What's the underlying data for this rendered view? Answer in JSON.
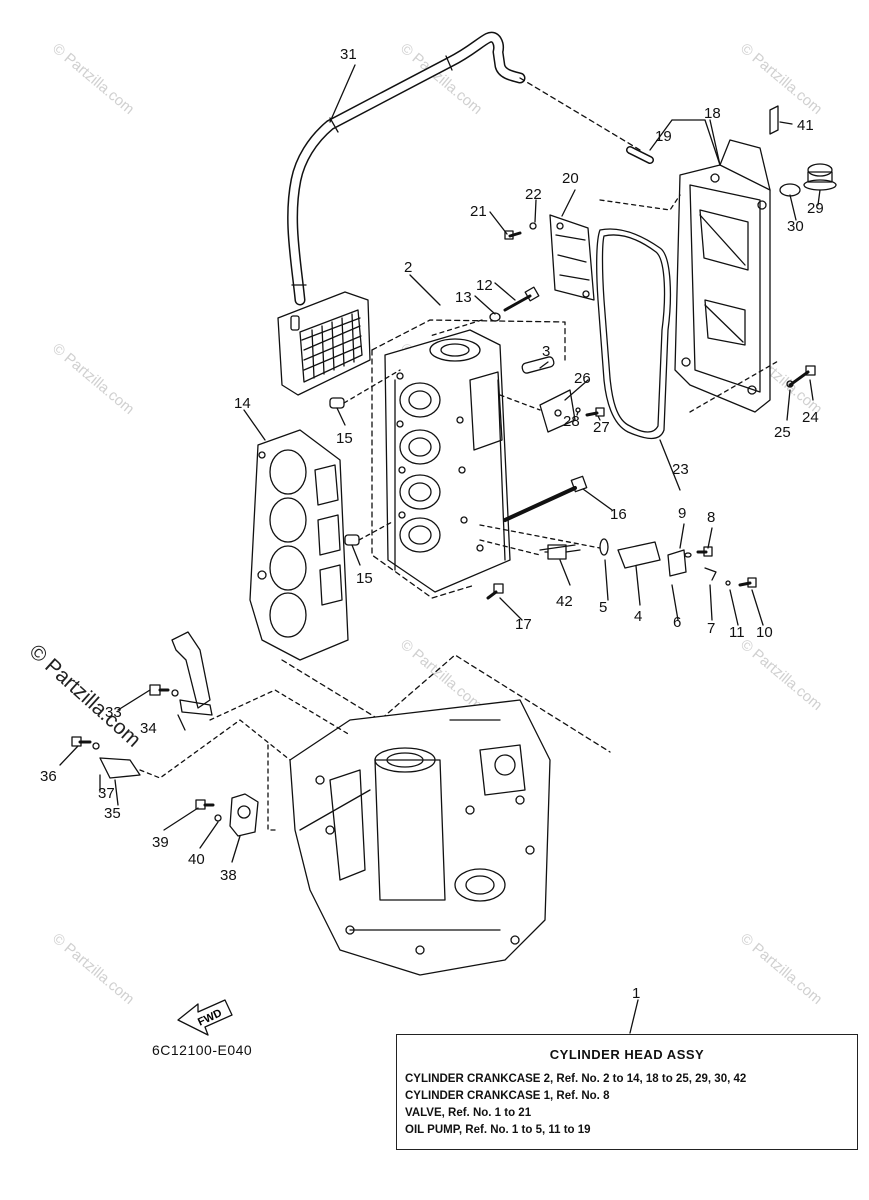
{
  "watermark_text": "© Partzilla.com",
  "diagram_code": "6C12100-E040",
  "fwd_label": "FWD",
  "assembly_box": {
    "title": "CYLINDER  HEAD ASSY",
    "lines": [
      "CYLINDER CRANKCASE 2,  Ref. No. 2 to 14, 18 to 25, 29, 30, 42",
      "CYLINDER CRANKCASE 1,  Ref. No. 8",
      "VALVE,   Ref. No. 1 to 21",
      "OIL PUMP,   Ref. No. 1 to 5, 11 to 19"
    ]
  },
  "callouts": [
    "1",
    "2",
    "3",
    "4",
    "5",
    "6",
    "7",
    "8",
    "9",
    "10",
    "11",
    "12",
    "13",
    "14",
    "15",
    "15",
    "16",
    "17",
    "18",
    "19",
    "20",
    "21",
    "22",
    "23",
    "24",
    "25",
    "26",
    "27",
    "28",
    "29",
    "30",
    "31",
    "33",
    "34",
    "35",
    "36",
    "37",
    "38",
    "39",
    "40",
    "41",
    "42"
  ],
  "colors": {
    "line": "#111111",
    "watermark": "#d0d0d0"
  }
}
